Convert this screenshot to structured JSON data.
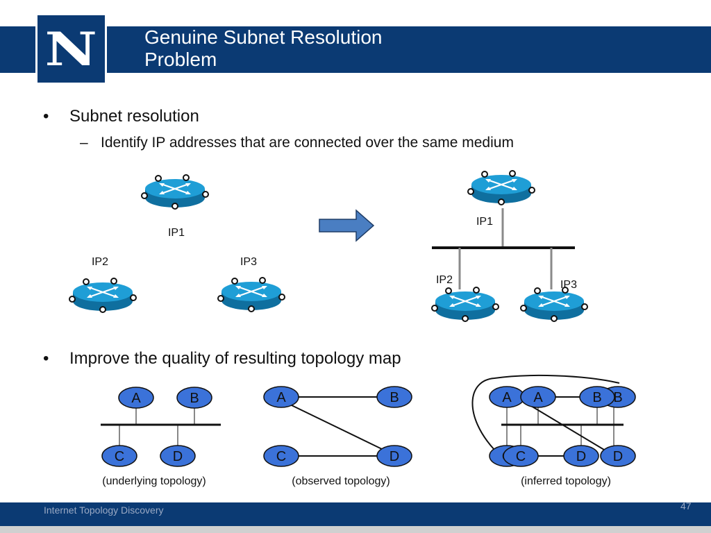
{
  "header": {
    "logo_letter": "N",
    "title_line1": "Genuine Subnet Resolution",
    "title_line2": "Problem"
  },
  "bullets": {
    "b1": "Subnet resolution",
    "b1_sub": "Identify IP addresses that are connected over the same medium",
    "b2": "Improve the quality of resulting topology map",
    "bullet_char": "•",
    "dash_char": "–"
  },
  "routers": {
    "ip1": "IP1",
    "ip2": "IP2",
    "ip3": "IP3"
  },
  "graphs": {
    "node_a": "A",
    "node_b": "B",
    "node_c": "C",
    "node_d": "D",
    "underlying": "(underlying topology)",
    "observed": "(observed topology)",
    "inferred": "(inferred topology)"
  },
  "footer": {
    "text": "Internet Topology Discovery",
    "page": "47"
  },
  "colors": {
    "brand_navy": "#0b3a73",
    "router_blue": "#1f9ed6",
    "node_blue": "#3b72d9",
    "arrow_fill": "#4a7ec2"
  }
}
